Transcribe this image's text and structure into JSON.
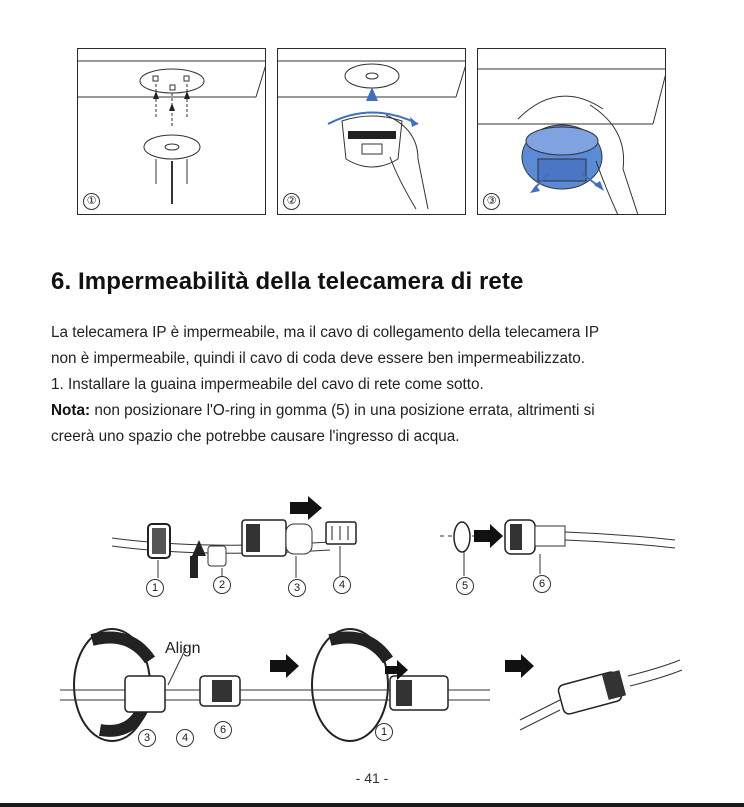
{
  "steps": {
    "panel_1": "①",
    "panel_2": "②",
    "panel_3": "③"
  },
  "section": {
    "title": "6. Impermeabilità della telecamera di rete",
    "paragraph_line_1": "La telecamera IP è impermeabile, ma il cavo di collegamento della telecamera IP",
    "paragraph_line_2": "non è impermeabile, quindi il cavo di coda deve essere ben impermeabilizzato.",
    "instruction": "1. Installare la guaina impermeabile del cavo di rete come sotto.",
    "note_label": "Nota:",
    "note_text_1": " non posizionare l'O-ring in gomma (5) in una posizione errata, altrimenti si",
    "note_text_2": "creerà uno spazio che potrebbe causare l'ingresso di acqua."
  },
  "diagram": {
    "part_1": "1",
    "part_2": "2",
    "part_3": "3",
    "part_4": "4",
    "part_5": "5",
    "part_6": "6",
    "bottom_3": "3",
    "bottom_4": "4",
    "bottom_6": "6",
    "bottom_1": "1",
    "align_label": "Align"
  },
  "footer": {
    "page_number": "- 41 -"
  },
  "colors": {
    "accent_blue": "#3d6fc4",
    "camera_blue": "#5b8ad6",
    "ink": "#1a1a1a"
  }
}
